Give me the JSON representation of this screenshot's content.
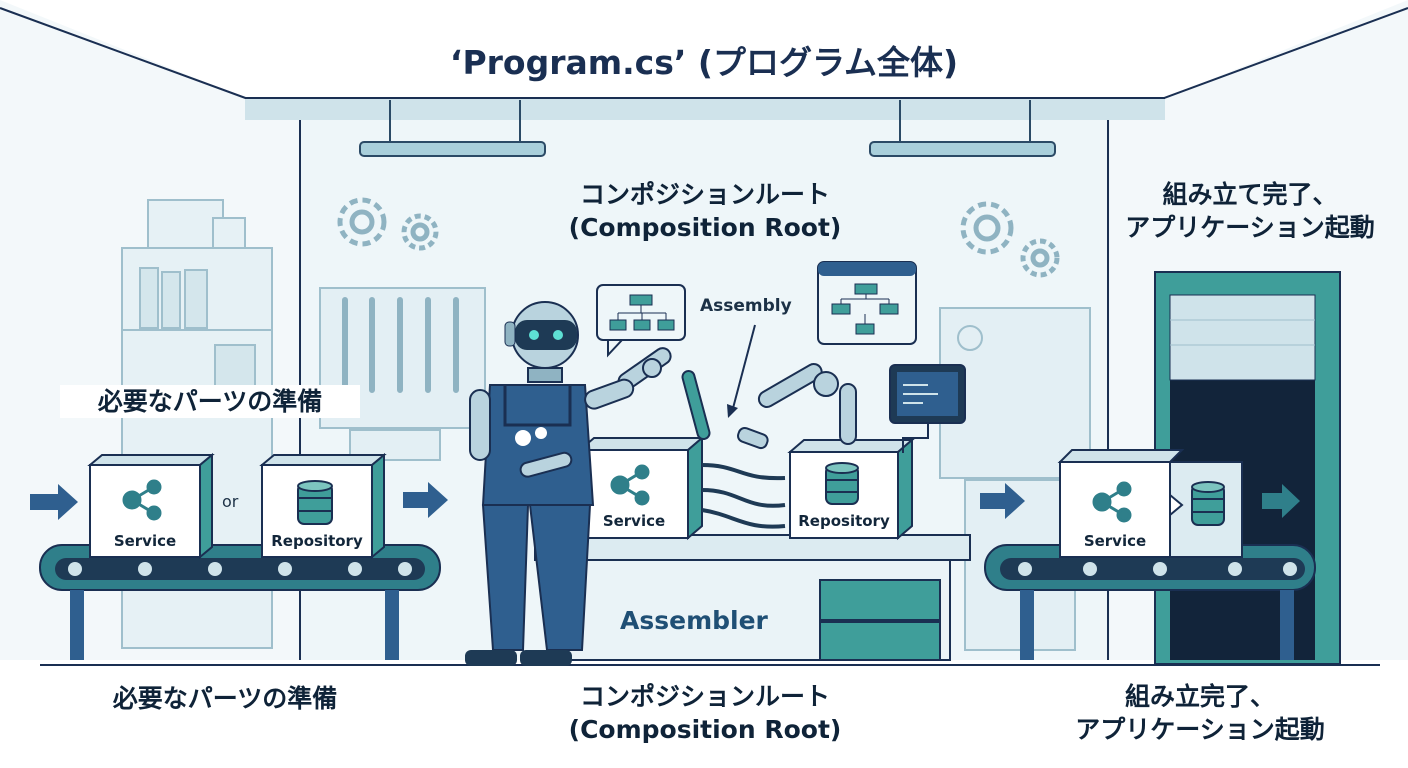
{
  "title": "‘Program.cs’ (プログラム全体)",
  "top": {
    "center": [
      "コンポジションルート",
      "(Composition Root)"
    ],
    "right": [
      "組み立て完了、",
      "アプリケーション起動"
    ],
    "left": "必要なパーツの準備"
  },
  "bottom": {
    "left": "必要なパーツの準備",
    "center": [
      "コンポジションルート",
      "(Composition Root)"
    ],
    "right": [
      "組み立完了、",
      "アプリケーション起動"
    ]
  },
  "boxes": {
    "service": "Service",
    "repository": "Repository",
    "or": "or"
  },
  "assembly_label": "Assembly",
  "assembler_label": "Assembler",
  "colors": {
    "ink": "#1a2f52",
    "teal": "#3f9e9a",
    "light_blue": "#dcebf1",
    "navy": "#1e3a55",
    "robot_blue": "#2f5f8f"
  },
  "icons": [
    "gear-icon",
    "wrench-icon",
    "share-node-icon",
    "database-icon",
    "arrow-right-icon",
    "monitor-icon",
    "flowchart-icon",
    "robot-icon"
  ]
}
